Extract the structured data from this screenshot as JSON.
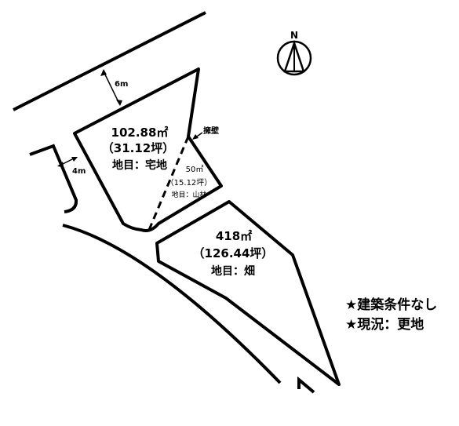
{
  "compass": {
    "north_label": "N",
    "icon": "north-arrow-icon"
  },
  "roads": {
    "main_width": "6m",
    "side_width": "4m"
  },
  "retaining_wall_label": "擁壁",
  "lots": {
    "upper": {
      "area": "102.88㎡",
      "tsubo": "（31.12坪）",
      "land_category": "地目：宅地"
    },
    "small": {
      "area": "50㎡",
      "tsubo": "（15.12坪）",
      "land_category": "地目：山林"
    },
    "lower": {
      "area": "418㎡",
      "tsubo": "（126.44坪）",
      "land_category": "地目：畑"
    }
  },
  "notes": [
    "★建築条件なし",
    "★現況：更地"
  ],
  "colors": {
    "line": "#000000",
    "background": "#ffffff"
  }
}
